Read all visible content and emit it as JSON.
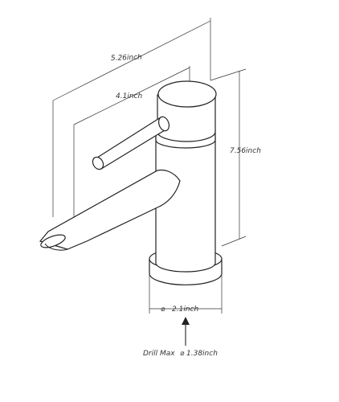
{
  "dimensions": {
    "overall_depth": "5.26inch",
    "spout_reach": "4.1inch",
    "height": "7.56inch",
    "base_diameter": "2.1inch",
    "drill_max": "1.38inch",
    "drill_label": "Drill Max"
  },
  "symbols": {
    "diameter": "⌀"
  },
  "colors": {
    "line": "#222222",
    "text": "#333333",
    "background": "#ffffff"
  }
}
